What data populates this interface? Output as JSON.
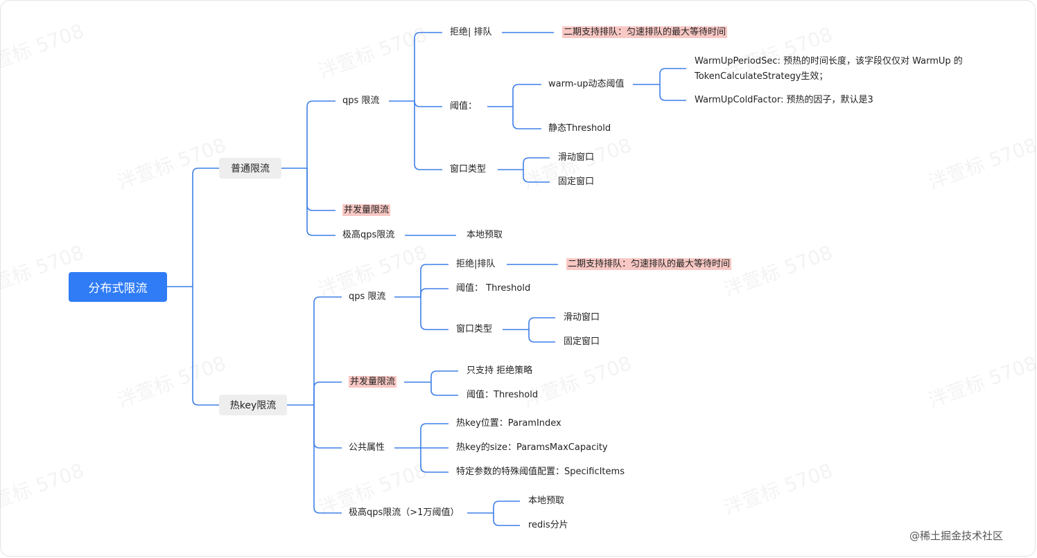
{
  "watermark": "泮萱标 5708",
  "root": "分布式限流",
  "credit": "@稀土掘金技术社区",
  "normal": {
    "label": "普通限流",
    "qps": {
      "label": "qps 限流",
      "reject": {
        "label": "拒绝| 排队",
        "note": "二期支持排队：匀速排队的最大等待时间"
      },
      "threshold": {
        "label": "阈值：",
        "warmup": {
          "label": "warm-up动态阈值",
          "period": "WarmUpPeriodSec: 预热的时间长度，该字段仅仅对 WarmUp 的 TokenCalculateStrategy生效；",
          "cold": "WarmUpColdFactor: 预热的因子，默认是3"
        },
        "static": "静态Threshold"
      },
      "window": {
        "label": "窗口类型",
        "sliding": "滑动窗口",
        "fixed": "固定窗口"
      }
    },
    "concurrency": "并发量限流",
    "extreme": {
      "label": "极高qps限流",
      "local": "本地预取"
    }
  },
  "hotkey": {
    "label": "热key限流",
    "qps": {
      "label": "qps 限流",
      "reject": {
        "label": "拒绝|排队",
        "note": "二期支持排队：匀速排队的最大等待时间"
      },
      "threshold": "阈值： Threshold",
      "window": {
        "label": "窗口类型",
        "sliding": "滑动窗口",
        "fixed": "固定窗口"
      }
    },
    "concurrency": {
      "label": "并发量限流",
      "reject_only": "只支持 拒绝策略",
      "threshold": "阈值：Threshold"
    },
    "common": {
      "label": "公共属性",
      "position": "热key位置：ParamIndex",
      "size": "热key的size：ParamsMaxCapacity",
      "items": "特定参数的特殊阈值配置：SpecificItems"
    },
    "extreme": {
      "label": "极高qps限流（>1万阈值）",
      "local": "本地预取",
      "redis": "redis分片"
    }
  }
}
